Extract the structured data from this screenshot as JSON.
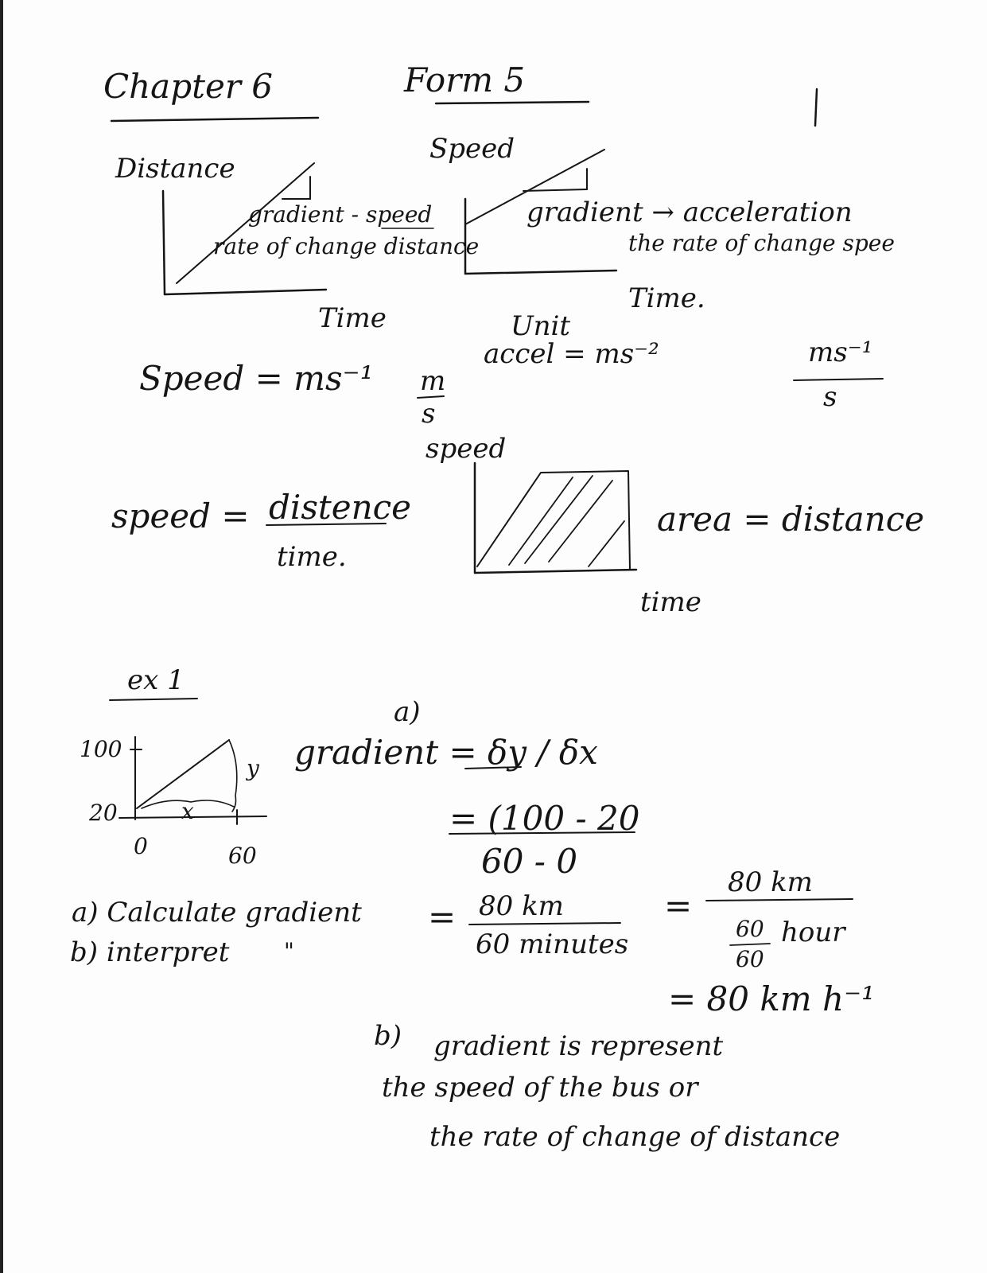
{
  "header": {
    "chapter": "Chapter 6",
    "form": "Form 5",
    "page_number": "1"
  },
  "distance_graph": {
    "y_label": "Distance",
    "x_label": "Time",
    "gradient_note": "gradient - speed",
    "rate_note": "rate of change distance"
  },
  "speed_graph": {
    "y_label": "Speed",
    "x_label": "Time.",
    "gradient_note": "gradient → acceleration",
    "rate_note": "the rate of change spee"
  },
  "units": {
    "speed_unit": "Speed = ms⁻¹",
    "m": "m",
    "s": "s",
    "unit_label": "Unit",
    "accel_unit": "accel = ms⁻²",
    "ms_fraction_num": "ms⁻¹",
    "ms_fraction_den": "s"
  },
  "speed_formula": {
    "lhs": "speed =",
    "numerator": "distence",
    "denominator": "time."
  },
  "area_graph": {
    "y_label": "speed",
    "x_label": "time",
    "note": "area = distance"
  },
  "example": {
    "heading": "ex 1",
    "y_tick_top": "100",
    "y_tick_low": "20",
    "x_tick_start": "0",
    "x_tick_end": "60",
    "dy_label": "y",
    "dx_label": "x",
    "part_a_label": "a)",
    "gradient_formula": "gradient = δy / δx",
    "step1_num": "= (100 - 20",
    "step1_den": "60 - 0",
    "step2_num": "80 km",
    "step2_den": "60 minutes",
    "step3_num": "80 km",
    "step3_den_top": "60",
    "step3_den_bottom": "60",
    "step3_hour": "hour",
    "result": "= 80 km h⁻¹",
    "question_a": "a) Calculate gradient",
    "question_b": "b) interpret",
    "question_b_ditto": "\"",
    "equals": "=",
    "part_b_label": "b)",
    "answer_b_line1": "gradient is represent",
    "answer_b_line2": "the speed of the bus or",
    "answer_b_line3": "the rate of change of distance"
  }
}
